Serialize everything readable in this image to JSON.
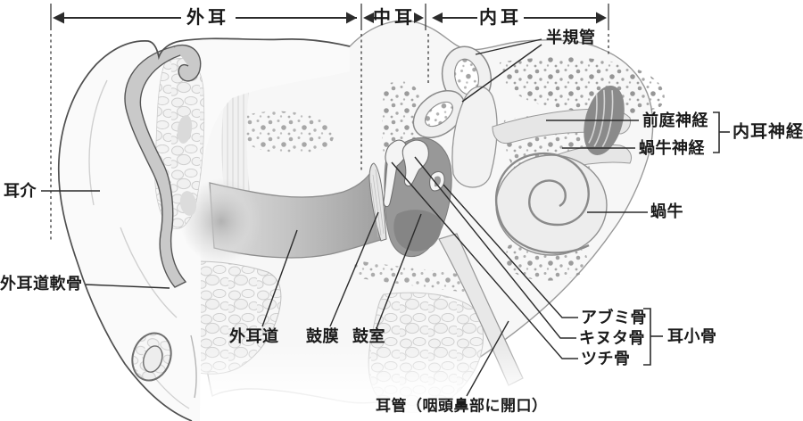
{
  "regions": {
    "outer": "外耳",
    "middle": "中耳",
    "inner": "内耳"
  },
  "labels": {
    "semicircular_canals": "半規管",
    "vestibular_nerve": "前庭神経",
    "cochlear_nerve": "蝸牛神経",
    "vestibulocochlear_nerve": "内耳神経",
    "cochlea": "蝸牛",
    "stapes": "アブミ骨",
    "incus": "キヌタ骨",
    "malleus": "ツチ骨",
    "ossicles": "耳小骨",
    "auricle": "耳介",
    "ear_canal_cartilage": "外耳道軟骨",
    "ear_canal": "外耳道",
    "eardrum": "鼓膜",
    "tympanic_cavity": "鼓室",
    "eustachian_tube": "耳管（咽頭鼻部に開口）"
  },
  "colors": {
    "ink": "#1a1a1a",
    "annotation_line": "#2b2b2b",
    "bone_fill": "#f7f7f7",
    "cavity_fill": "#989898",
    "outline": "#8c8c8c"
  }
}
